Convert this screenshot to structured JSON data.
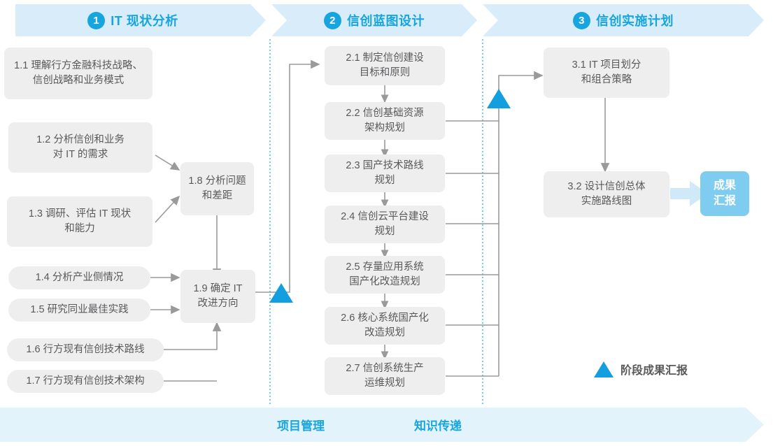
{
  "phases": [
    {
      "number": "1",
      "title": "IT 现状分析"
    },
    {
      "number": "2",
      "title": "信创蓝图设计"
    },
    {
      "number": "3",
      "title": "信创实施计划"
    }
  ],
  "phase1_tasks": [
    {
      "id": "1.1",
      "label": "1.1 理解行方金融科技战略、\n信创战略和业务模式"
    },
    {
      "id": "1.2",
      "label": "1.2 分析信创和业务\n对 IT 的需求"
    },
    {
      "id": "1.3",
      "label": "1.3 调研、评估 IT 现状\n和能力"
    },
    {
      "id": "1.4",
      "label": "1.4 分析产业侧情况"
    },
    {
      "id": "1.5",
      "label": "1.5 研究同业最佳实践"
    },
    {
      "id": "1.6",
      "label": "1.6 行方现有信创技术路线"
    },
    {
      "id": "1.7",
      "label": "1.7 行方现有信创技术架构"
    },
    {
      "id": "1.8",
      "label": "1.8 分析问题\n和差距"
    },
    {
      "id": "1.9",
      "label": "1.9 确定 IT\n改进方向"
    }
  ],
  "phase2_tasks": [
    {
      "id": "2.1",
      "label": "2.1 制定信创建设\n目标和原则"
    },
    {
      "id": "2.2",
      "label": "2.2 信创基础资源\n架构规划"
    },
    {
      "id": "2.3",
      "label": "2.3 国产技术路线\n规划"
    },
    {
      "id": "2.4",
      "label": "2.4 信创云平台建设\n规划"
    },
    {
      "id": "2.5",
      "label": "2.5 存量应用系统\n国产化改造规划"
    },
    {
      "id": "2.6",
      "label": "2.6 核心系统国产化\n改造规划"
    },
    {
      "id": "2.7",
      "label": "2.7 信创系统生产\n运维规划"
    }
  ],
  "phase3_tasks": [
    {
      "id": "3.1",
      "label": "3.1 IT 项目划分\n和组合策略"
    },
    {
      "id": "3.2",
      "label": "3.2 设计信创总体\n实施路线图"
    }
  ],
  "deliverable": {
    "label": "成果\n汇报"
  },
  "legend": {
    "label": "阶段成果汇报",
    "icon": "triangle-icon"
  },
  "footer": {
    "items": [
      {
        "label": "项目管理"
      },
      {
        "label": "知识传递"
      }
    ]
  },
  "colors": {
    "accent": "#17a5e0",
    "band": "#d9ecf9",
    "footer_band": "#e3f3fb",
    "box": "#eeeeee",
    "box_text": "#58595b",
    "chip": "#7ecdf0",
    "milestone": "#139ee0",
    "connector": "#9a9a9a",
    "divider": "#3bb4e5"
  }
}
